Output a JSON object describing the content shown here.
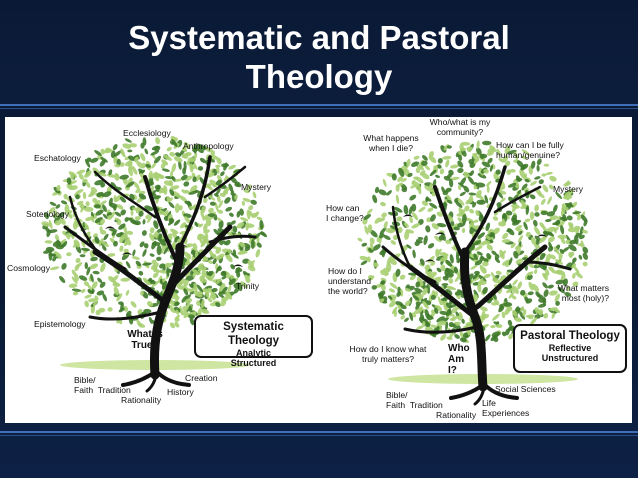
{
  "title": {
    "line1": "Systematic and Pastoral",
    "line2": "Theology"
  },
  "systematic": {
    "labels": {
      "ecclesiology": "Ecclesiology",
      "anthropology": "Anthropology",
      "eschatology": "Eschatology",
      "mystery": "Mystery",
      "soteriology": "Soteriology",
      "cosmology": "Cosmology",
      "trinity": "Trinity",
      "epistemology": "Epistemology",
      "creation": "Creation",
      "history": "History",
      "bible": "Bible/\nFaith  Tradition",
      "rationality": "Rationality"
    },
    "trunk_question": "What\nis\nTrue?",
    "box": {
      "title": "Systematic Theology",
      "line1": "Analytic",
      "line2": "Structured"
    }
  },
  "pastoral": {
    "labels": {
      "community": "Who/what is my\ncommunity?",
      "what_happens": "What happens\nwhen I die?",
      "fully_human": "How can I be fully\nhuman/genuine?",
      "mystery": "Mystery",
      "change": "How can\nI change?",
      "understand": "How do I\nunderstand\nthe world?",
      "what_matters_most": "What matters\nmost (holy)?",
      "truly_matters": "How do I know what\ntruly matters?",
      "social_sciences": "Social Sciences",
      "bible": "Bible/\nFaith  Tradition",
      "life": "Life\nExperiences",
      "rationality": "Rationality"
    },
    "trunk_question": "Who\nAm\nI?",
    "box": {
      "title": "Pastoral Theology",
      "line1": "Reflective",
      "line2": "Unstructured"
    }
  },
  "colors": {
    "background": "#0a1a36",
    "accent_line": "#3f6fb8",
    "leaf_light": "#a8cf72",
    "leaf_dark": "#3f7a2a",
    "trunk": "#111111"
  }
}
